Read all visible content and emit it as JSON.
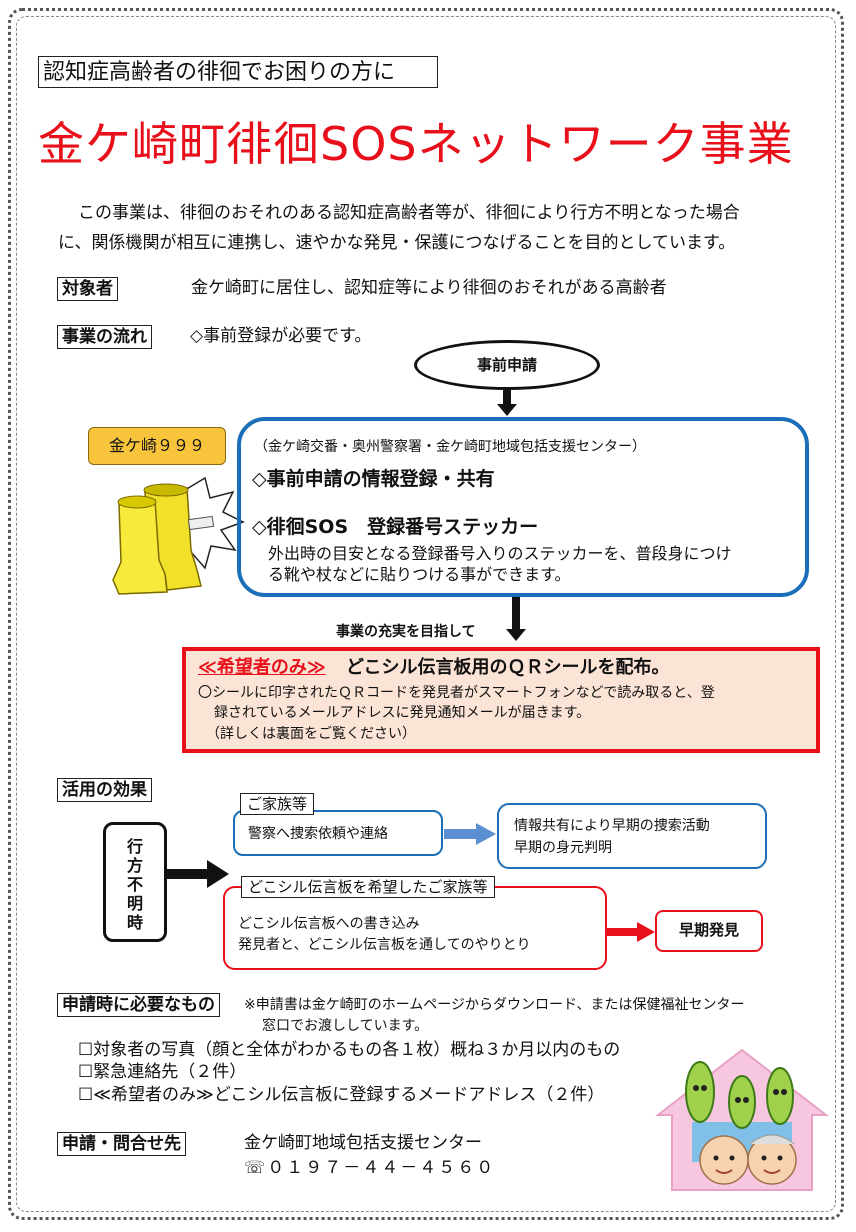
{
  "header": {
    "subtitle": "認知症高齢者の徘徊でお困りの方に",
    "title": "金ケ崎町徘徊SOSネットワーク事業"
  },
  "intro": {
    "line1": "この事業は、徘徊のおそれのある認知症高齢者等が、徘徊により行方不明となった場合",
    "line2": "に、関係機関が相互に連携し、速やかな発見・保護につなげることを目的としています。"
  },
  "target": {
    "label": "対象者",
    "text": "金ケ崎町に居住し、認知症等により徘徊のおそれがある高齢者"
  },
  "flow": {
    "label": "事業の流れ",
    "note": "◇事前登録が必要です。",
    "step1": "事前申請",
    "badge": "金ケ崎９９９",
    "agencies": "（金ケ崎交番・奥州警察署・金ケ崎町地域包括支援センター）",
    "item1": "◇事前申請の情報登録・共有",
    "item2": "◇徘徊SOS　登録番号ステッカー",
    "item2_desc1": "外出時の目安となる登録番号入りのステッカーを、普段身につけ",
    "item2_desc2": "る靴や杖などに貼りつける事ができます。",
    "enhance": "事業の充実を目指して",
    "qr_tag": "≪希望者のみ≫",
    "qr_title": "どこシル伝言板用のＱＲシールを配布。",
    "qr_desc1": "〇シールに印字されたＱＲコードを発見者がスマートフォンなどで読み取ると、登",
    "qr_desc2": "録されているメールアドレスに発見通知メールが届きます。",
    "qr_desc3": "（詳しくは裏面をご覧ください）"
  },
  "effect": {
    "label": "活用の効果",
    "missing": "行方不明時",
    "family_tag": "ご家族等",
    "family_text": "警察へ捜索依頼や連絡",
    "info1": "情報共有により早期の捜索活動",
    "info2": "早期の身元判明",
    "dokoshiru_tag": "どこシル伝言板を希望したご家族等",
    "dokoshiru1": "どこシル伝言板への書き込み",
    "dokoshiru2": "発見者と、どこシル伝言板を通してのやりとり",
    "early": "早期発見"
  },
  "required": {
    "label": "申請時に必要なもの",
    "note1": "※申請書は金ケ崎町のホームページからダウンロード、または保健福祉センター",
    "note2": "窓口でお渡ししています。",
    "items": [
      "☐対象者の写真（顔と全体がわかるもの各１枚）概ね３か月以内のもの",
      "☐緊急連絡先（２件）",
      "☐≪希望者のみ≫どこシル伝言板に登録するメードアドレス（２件）"
    ]
  },
  "contact": {
    "label": "申請・問合せ先",
    "org": "金ケ崎町地域包括支援センター",
    "phone": "☏０１９７－４４－４５６０"
  },
  "colors": {
    "title_red": "#e8101a",
    "blue": "#1a6fb8",
    "badge_yellow": "#f7c43b",
    "qr_bg": "#fbe4d6"
  }
}
